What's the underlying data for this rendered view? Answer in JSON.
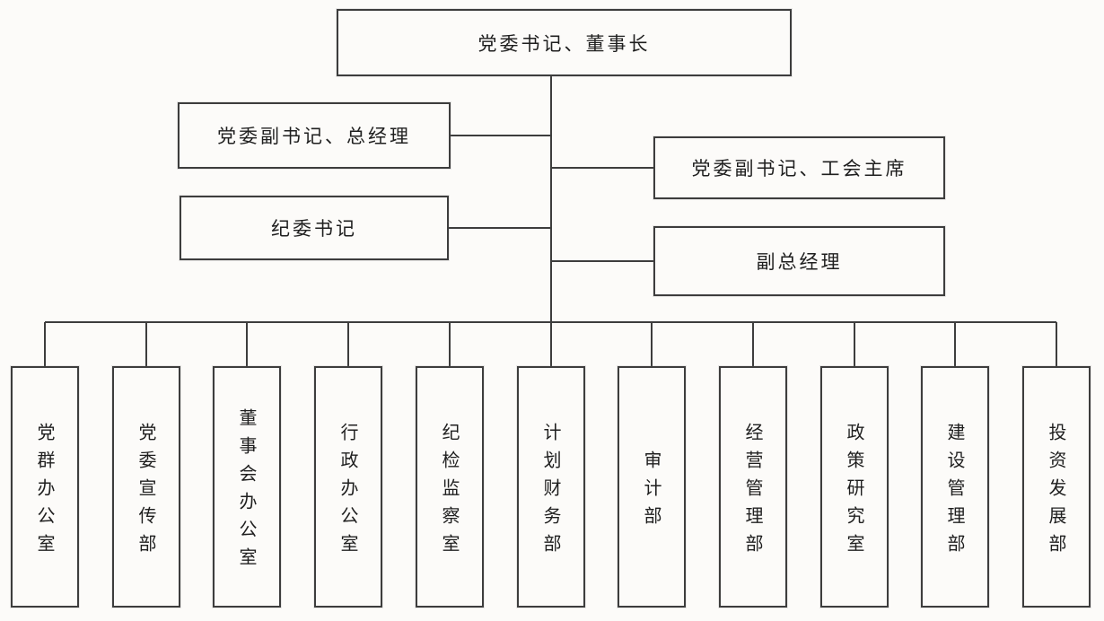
{
  "org_chart": {
    "root": {
      "label": "党委书记、董事长"
    },
    "executives": [
      {
        "label": "党委副书记、总经理"
      },
      {
        "label": "党委副书记、工会主席"
      },
      {
        "label": "纪委书记"
      },
      {
        "label": "副总经理"
      }
    ],
    "departments": [
      {
        "label": "党群办公室"
      },
      {
        "label": "党委宣传部"
      },
      {
        "label": "董事会办公室"
      },
      {
        "label": "行政办公室"
      },
      {
        "label": "纪检监察室"
      },
      {
        "label": "计划财务部"
      },
      {
        "label": "审计部"
      },
      {
        "label": "经营管理部"
      },
      {
        "label": "政策研究室"
      },
      {
        "label": "建设管理部"
      },
      {
        "label": "投资发展部"
      }
    ],
    "line_color": "#3d3d3d"
  }
}
